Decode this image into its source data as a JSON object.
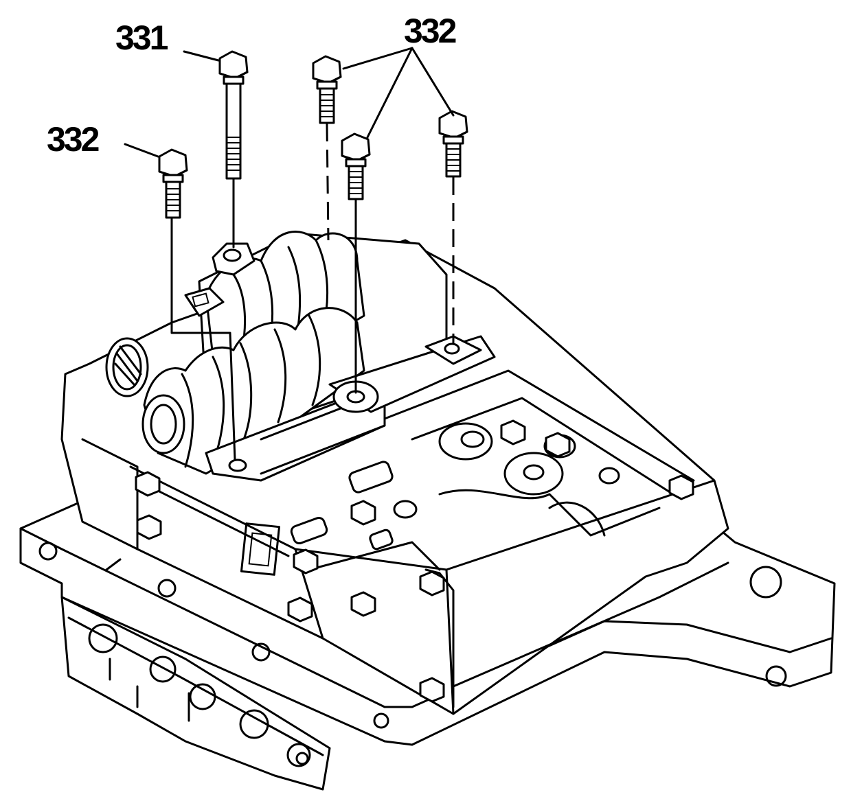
{
  "callouts": [
    {
      "id": "331",
      "text": "331"
    },
    {
      "id": "332a",
      "text": "332"
    },
    {
      "id": "332b",
      "text": "332"
    }
  ],
  "colors": {
    "ink": "#000000",
    "paper": "#ffffff"
  },
  "icons": [
    "bolt-icon",
    "washer-icon",
    "hex-nut-icon"
  ]
}
